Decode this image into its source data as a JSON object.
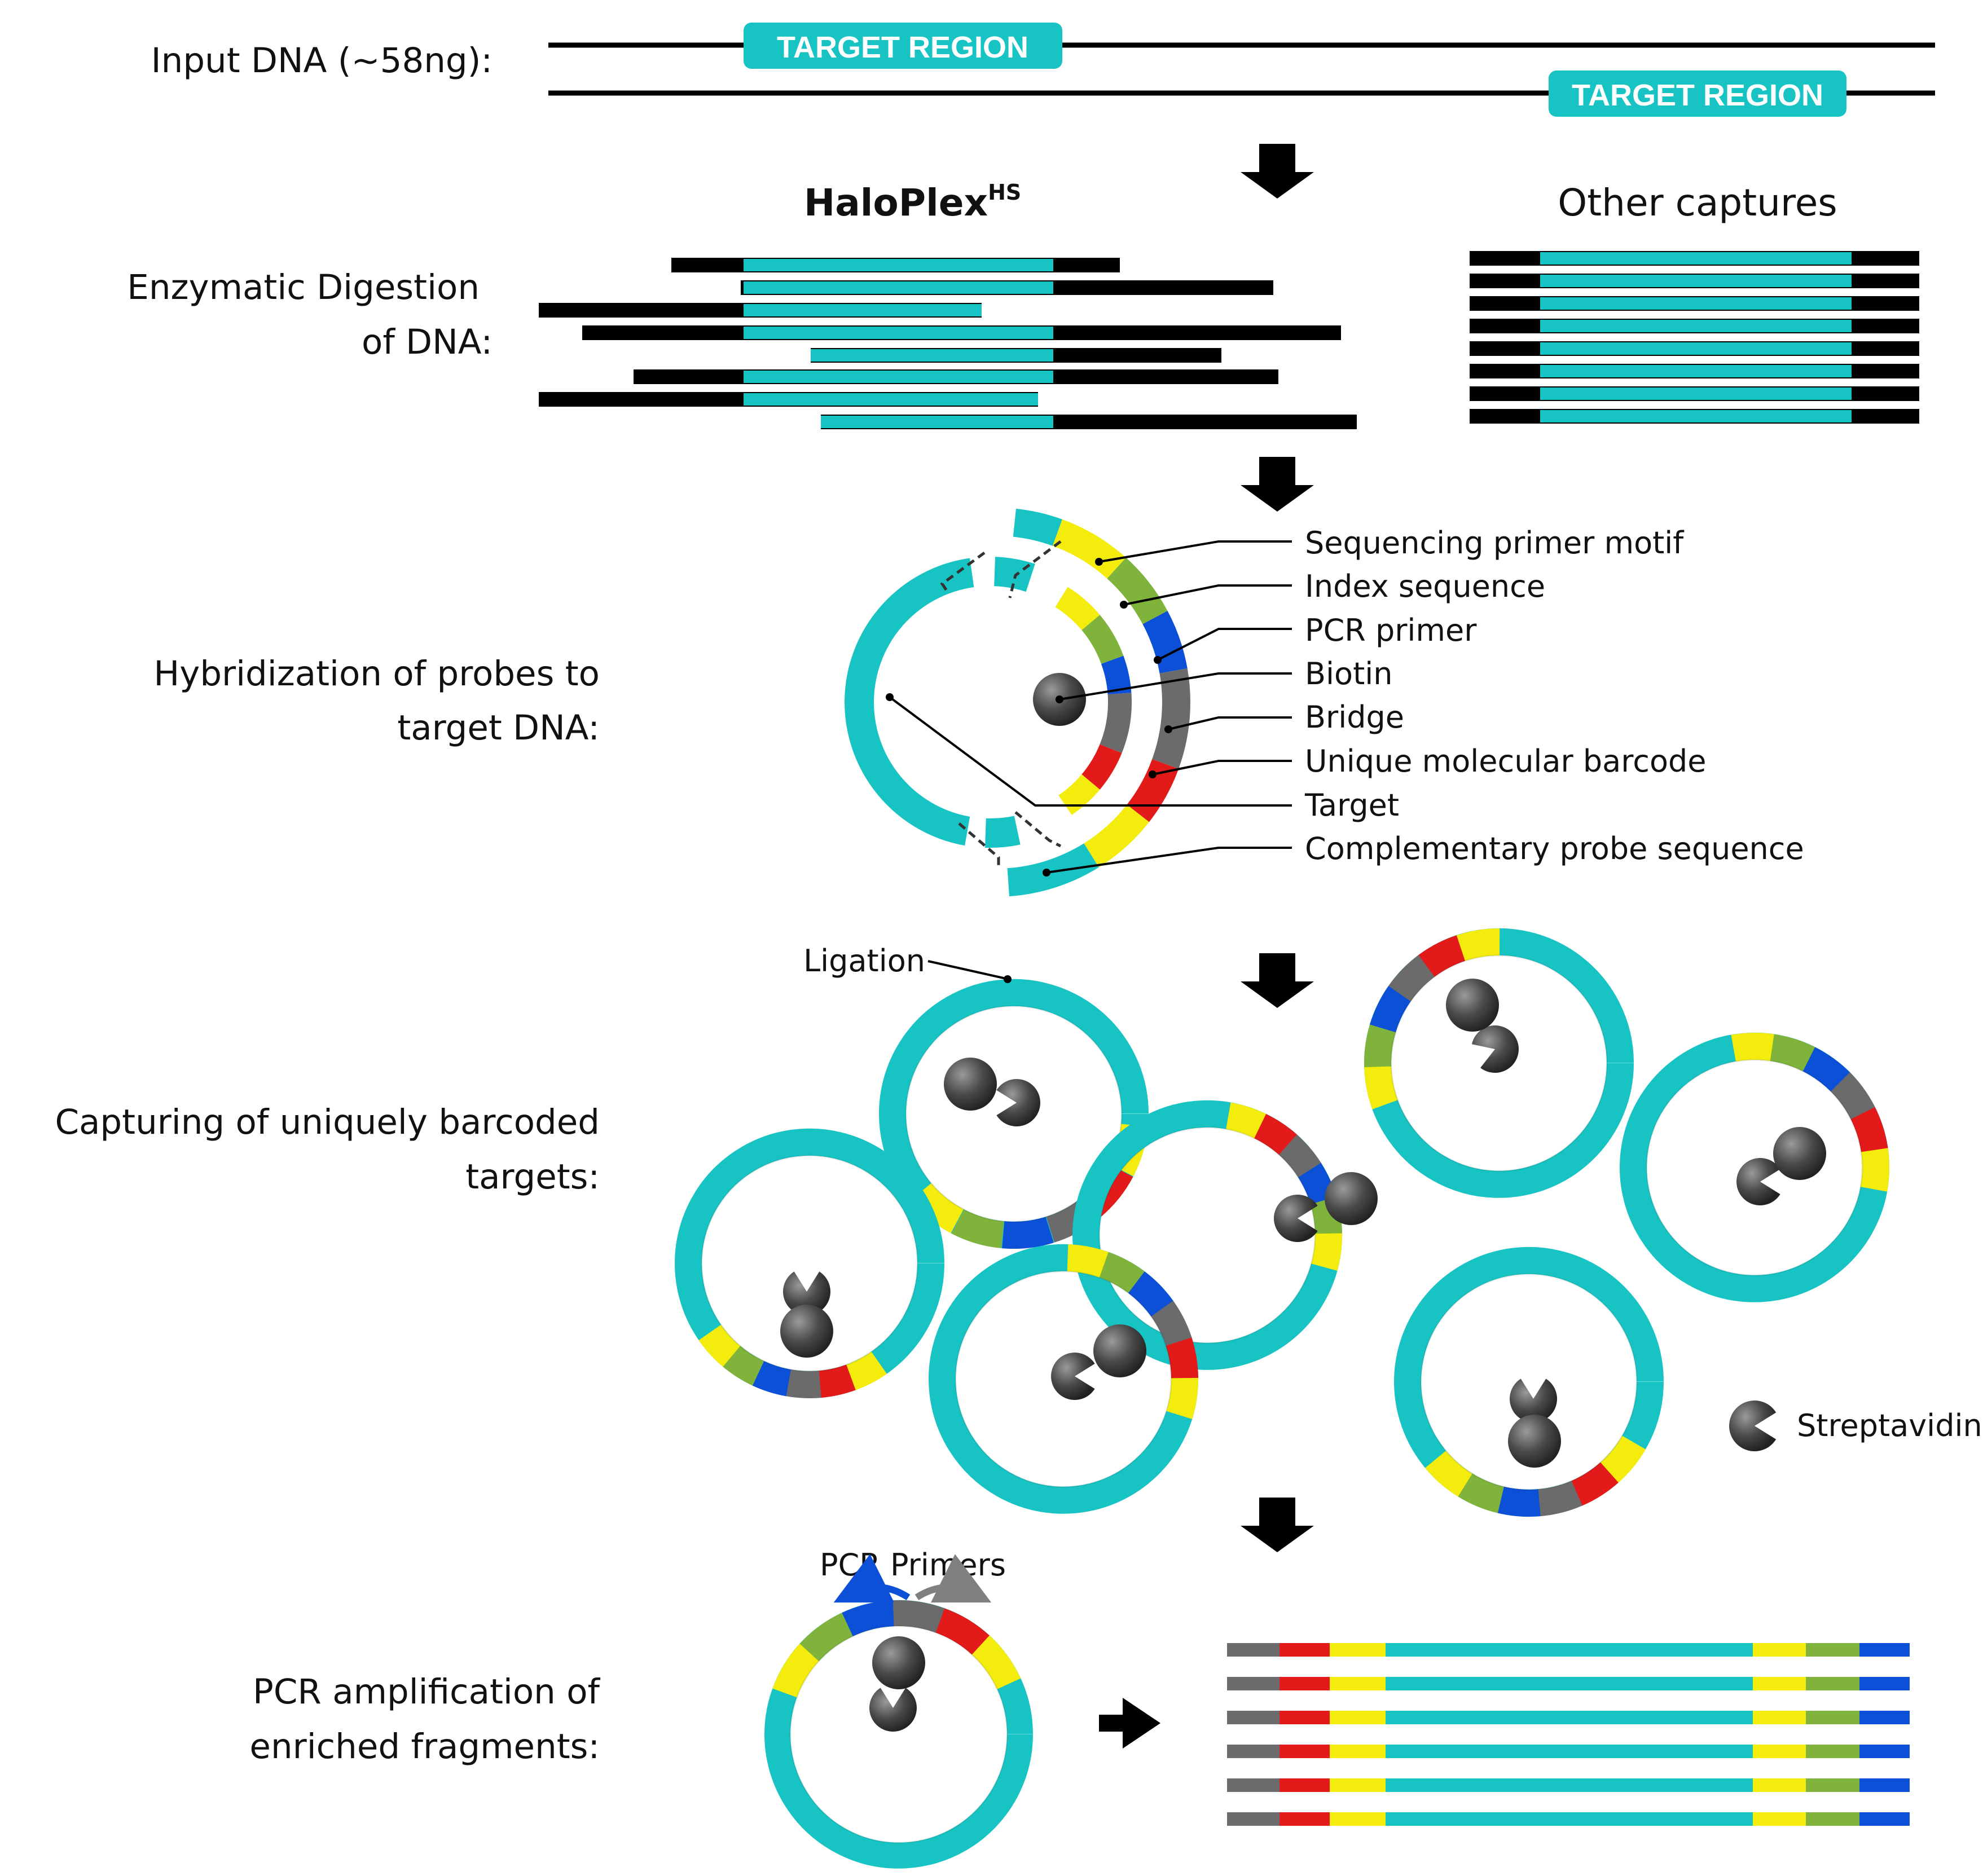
{
  "colors": {
    "cyan": "#18c3c3",
    "yellow": "#f3ec0c",
    "green": "#7fb33b",
    "blue": "#0b50d6",
    "gray": "#6b6b6b",
    "red": "#e21a1a",
    "black": "#000000",
    "bead": "#555555"
  },
  "steps": {
    "input": "Input DNA (~58ng):",
    "digestion": [
      "Enzymatic Digestion",
      "of DNA:"
    ],
    "hybridization": [
      "Hybridization of probes to",
      "target DNA:"
    ],
    "capture": [
      "Capturing of uniquely barcoded",
      "targets:"
    ],
    "pcr": [
      "PCR amplification of",
      "enriched fragments:"
    ]
  },
  "input_dna": {
    "target_label": "TARGET REGION"
  },
  "digestion": {
    "haloplex": {
      "name": "HaloPlex",
      "sup": "HS"
    },
    "other": "Other captures"
  },
  "probe_legend": [
    "Sequencing primer motif",
    "Index sequence",
    "PCR primer",
    "Biotin",
    "Bridge",
    "Unique molecular barcode",
    "Target",
    "Complementary probe sequence"
  ],
  "capture": {
    "ligation": "Ligation",
    "streptavidin": "Streptavidin"
  },
  "pcr": {
    "primers": "PCR Primers"
  }
}
